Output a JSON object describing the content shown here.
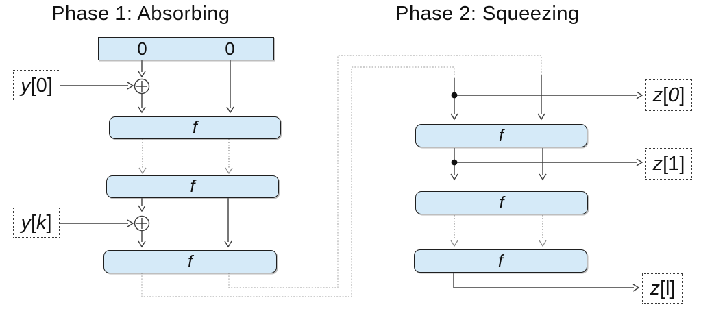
{
  "titles": {
    "phase1": "Phase 1: Absorbing",
    "phase2": "Phase 2: Squeezing"
  },
  "state_register": {
    "cell1": "0",
    "cell2": "0"
  },
  "f_label": "f",
  "inputs": {
    "y0": {
      "letter": "y",
      "open": "[",
      "index": "0",
      "close": "]"
    },
    "yk": {
      "letter": "y",
      "open": "[",
      "index": "k",
      "close": "]"
    }
  },
  "outputs": {
    "z0": {
      "letter": "z",
      "open": "[",
      "index": "0",
      "close": "]"
    },
    "z1": {
      "letter": "z",
      "open": "[",
      "index": "1",
      "close": "]"
    },
    "zl": {
      "letter": "z",
      "open": "[",
      "index": "l",
      "close": "]"
    }
  },
  "icons": {
    "xor1": "xor-circle-plus",
    "xor2": "xor-circle-plus",
    "junction": "filled-dot"
  },
  "colors": {
    "box_fill": "#d5eaf8",
    "box_border": "#1f1f1f",
    "arrow": "#3d3d3d",
    "dashed_arrow": "#8a8a8a",
    "feedback_line": "#bdbdbd",
    "dot": "#111111"
  }
}
